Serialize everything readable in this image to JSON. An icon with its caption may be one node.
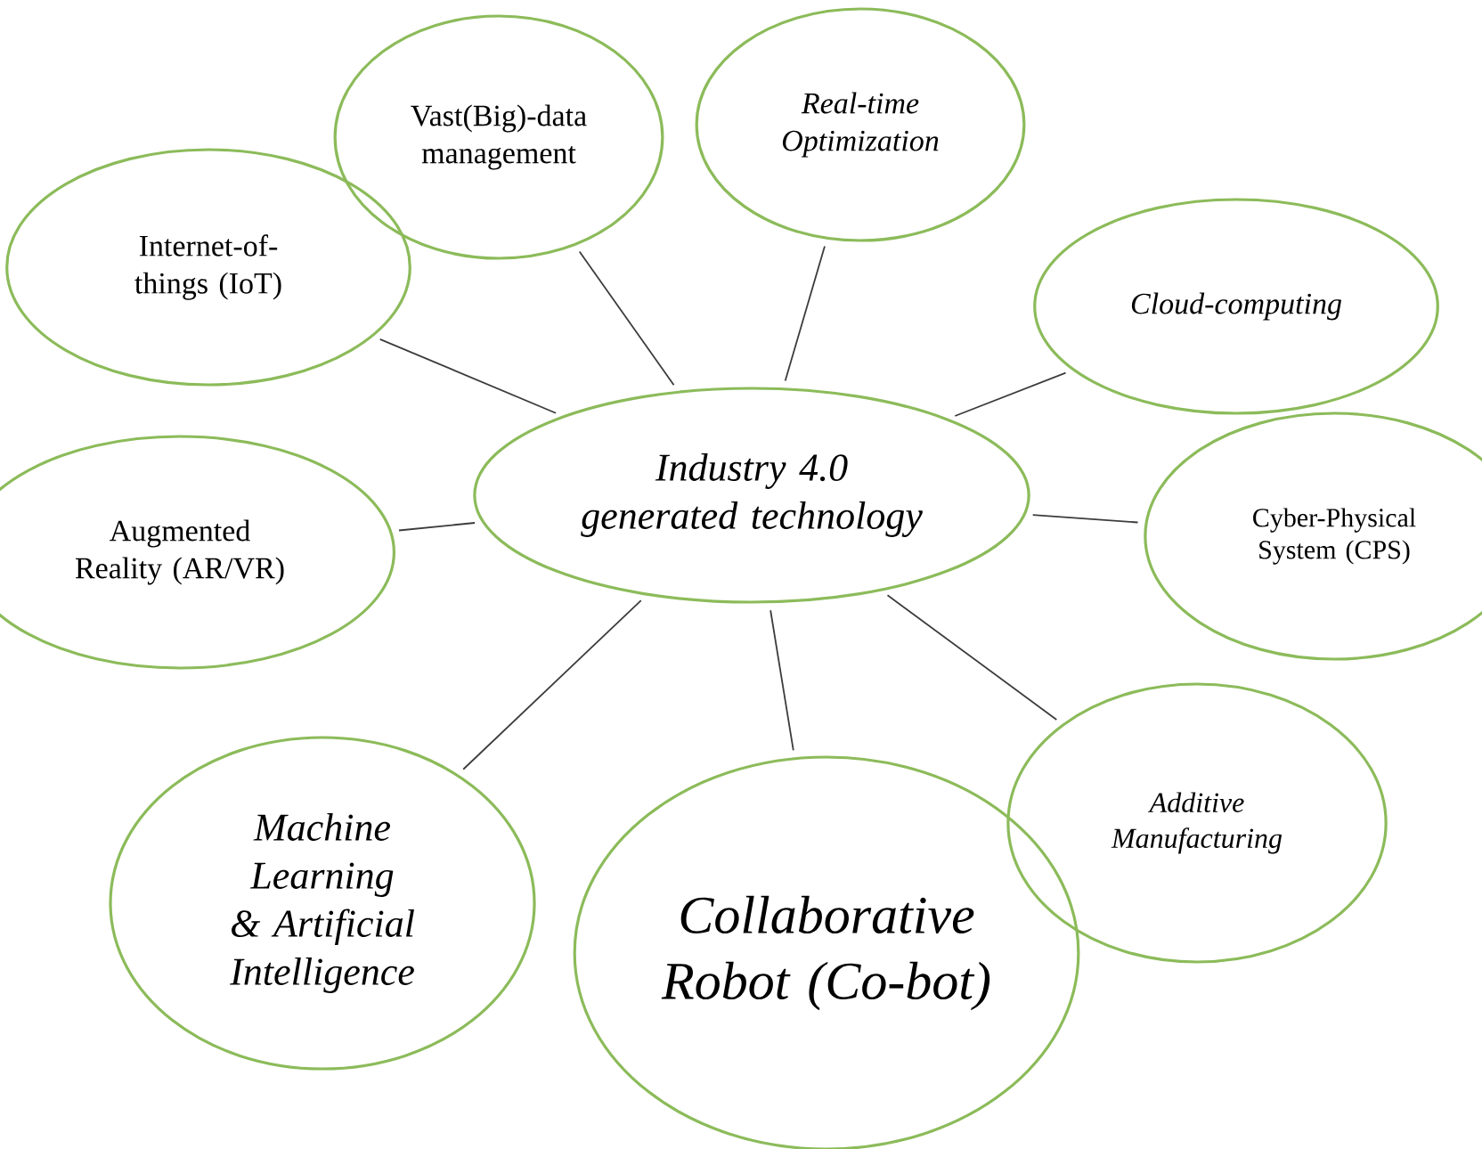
{
  "diagram": {
    "nodes": [
      {
        "text": [
          "Industry 4.0 generated technology"
        ]
      },
      {
        "text": [
          "Internet-of-things (IoT)"
        ]
      },
      {
        "text": [
          "Vast(Big)-data management"
        ]
      },
      {
        "text": [
          "Real-time Optimization"
        ]
      },
      {
        "text": [
          "Cloud-computing"
        ]
      },
      {
        "text": [
          "Cyber-Physical System (CPS)"
        ]
      },
      {
        "text": [
          "Additive Manufacturing"
        ]
      },
      {
        "text": [
          "Collaborative Robot (Co-bot)"
        ]
      },
      {
        "text": [
          "Machine Learning & Artificial Intelligence"
        ]
      },
      {
        "text": [
          "Augmented Reality (AR/VR)"
        ]
      }
    ],
    "edges": [
      {
        "from": 0,
        "to": 1,
        "arrow": "none"
      },
      {
        "from": 0,
        "to": 2,
        "arrow": "none"
      },
      {
        "from": 0,
        "to": 3,
        "arrow": "none"
      },
      {
        "from": 0,
        "to": 4,
        "arrow": "none"
      },
      {
        "from": 0,
        "to": 5,
        "arrow": "none"
      },
      {
        "from": 0,
        "to": 6,
        "arrow": "none"
      },
      {
        "from": 0,
        "to": 7,
        "arrow": "none"
      },
      {
        "from": 0,
        "to": 8,
        "arrow": "none"
      },
      {
        "from": 0,
        "to": 9,
        "arrow": "none"
      }
    ]
  }
}
